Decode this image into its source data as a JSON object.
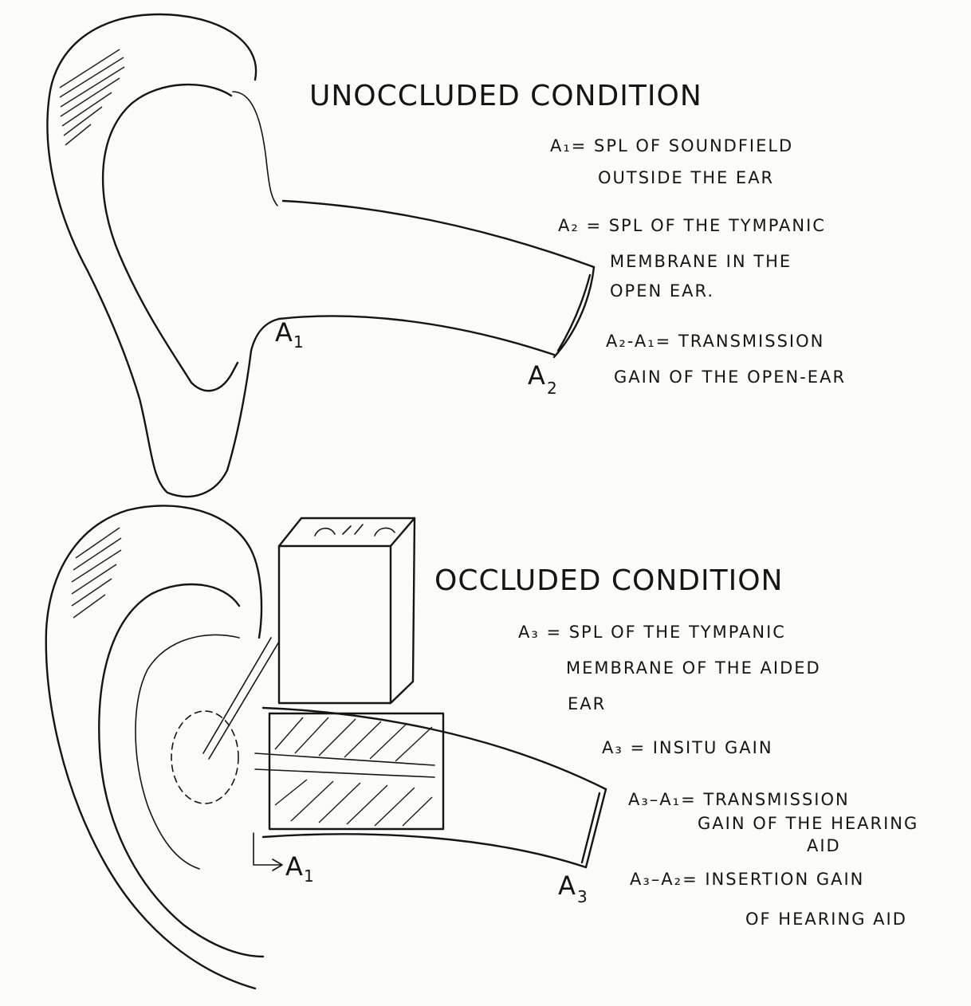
{
  "unoccluded": {
    "title": "UNOCCLUDED CONDITION",
    "label_a1": "A",
    "label_a1_sub": "1",
    "label_a2": "A",
    "label_a2_sub": "2",
    "notes": [
      "A₁= SPL OF SOUNDFIELD",
      "OUTSIDE THE EAR",
      "A₂ = SPL OF THE TYMPANIC",
      "MEMBRANE IN THE",
      "OPEN EAR.",
      "A₂-A₁= TRANSMISSION",
      "GAIN OF THE OPEN-EAR"
    ]
  },
  "occluded": {
    "title": "OCCLUDED CONDITION",
    "label_a1": "A",
    "label_a1_sub": "1",
    "label_a3": "A",
    "label_a3_sub": "3",
    "notes": [
      "A₃ = SPL OF THE TYMPANIC",
      "MEMBRANE OF THE AIDED",
      "EAR",
      "A₃ = INSITU GAIN",
      "A₃–A₁= TRANSMISSION",
      "GAIN OF THE HEARING",
      "AID",
      "A₃–A₂= INSERTION GAIN",
      "OF HEARING AID"
    ]
  },
  "colors": {
    "ink": "#151515",
    "paper": "#fbfbf8"
  }
}
